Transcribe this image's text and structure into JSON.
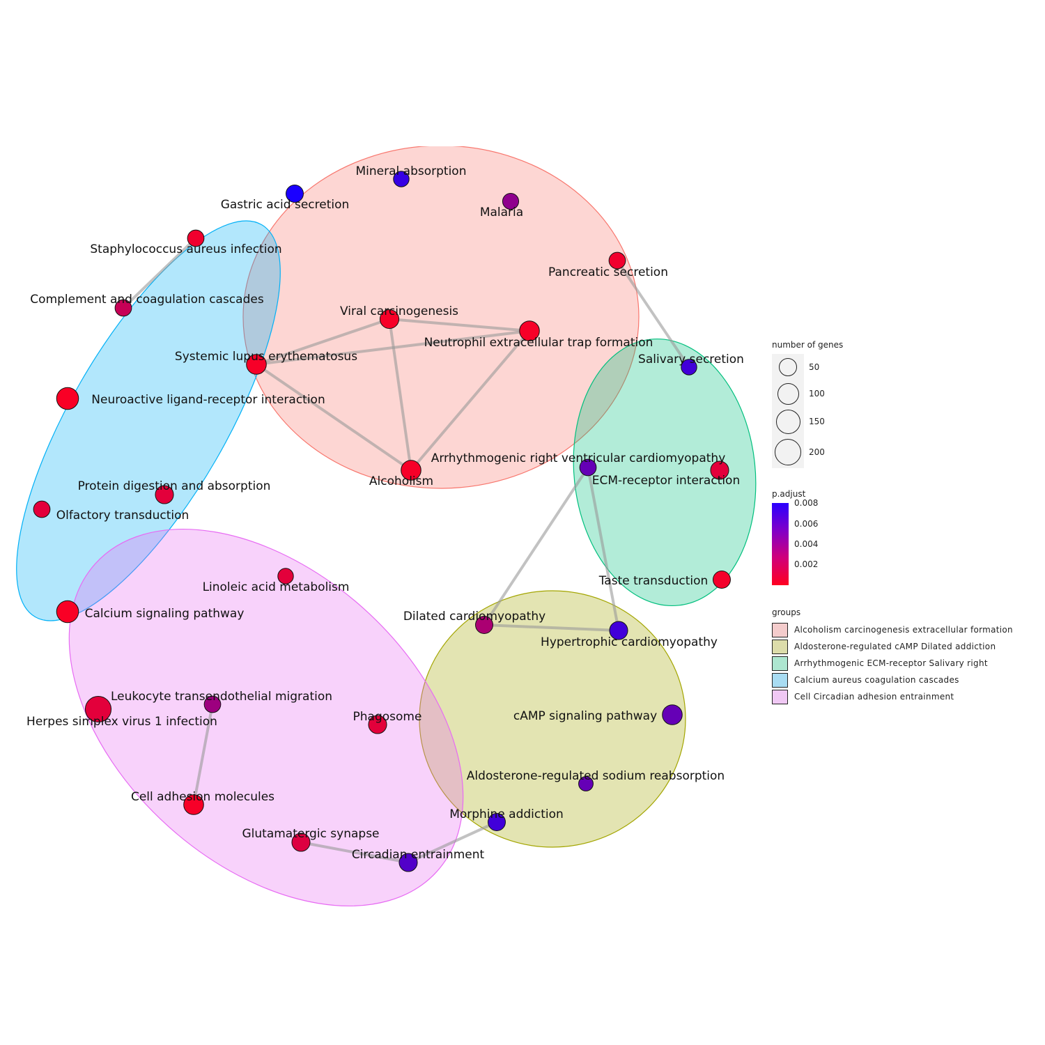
{
  "nodes": [
    {
      "label": "Mineral absorption",
      "genes": 40,
      "p_adjust": 0.0072
    },
    {
      "label": "Gastric acid secretion",
      "genes": 60,
      "p_adjust": 0.0082
    },
    {
      "label": "Malaria",
      "genes": 45,
      "p_adjust": 0.004
    },
    {
      "label": "Staphylococcus aureus infection",
      "genes": 50,
      "p_adjust": 0.0005
    },
    {
      "label": "Pancreatic secretion",
      "genes": 50,
      "p_adjust": 0.0005
    },
    {
      "label": "Complement and coagulation cascades",
      "genes": 50,
      "p_adjust": 0.002
    },
    {
      "label": "Viral carcinogenesis",
      "genes": 80,
      "p_adjust": 0.0003
    },
    {
      "label": "Neutrophil extracellular trap formation",
      "genes": 95,
      "p_adjust": 0.0003
    },
    {
      "label": "Systemic lupus erythematosus",
      "genes": 95,
      "p_adjust": 0.0003
    },
    {
      "label": "Salivary secretion",
      "genes": 40,
      "p_adjust": 0.0068
    },
    {
      "label": "Neuroactive ligand-receptor interaction",
      "genes": 130,
      "p_adjust": 0.0002
    },
    {
      "label": "Arrhythmogenic right ventricular cardiomyopathy",
      "genes": 50,
      "p_adjust": 0.0055
    },
    {
      "label": "ECM-receptor interaction",
      "genes": 70,
      "p_adjust": 0.001
    },
    {
      "label": "Alcoholism",
      "genes": 95,
      "p_adjust": 0.0003
    },
    {
      "label": "Protein digestion and absorption",
      "genes": 70,
      "p_adjust": 0.001
    },
    {
      "label": "Olfactory transduction",
      "genes": 50,
      "p_adjust": 0.001
    },
    {
      "label": "Linoleic acid metabolism",
      "genes": 40,
      "p_adjust": 0.001
    },
    {
      "label": "Taste transduction",
      "genes": 60,
      "p_adjust": 0.0004
    },
    {
      "label": "Calcium signaling pathway",
      "genes": 130,
      "p_adjust": 0.0002
    },
    {
      "label": "Dilated cardiomyopathy",
      "genes": 60,
      "p_adjust": 0.003
    },
    {
      "label": "Hypertrophic cardiomyopathy",
      "genes": 70,
      "p_adjust": 0.0068
    },
    {
      "label": "Herpes simplex virus 1 infection",
      "genes": 210,
      "p_adjust": 0.001
    },
    {
      "label": "Leukocyte transendothelial migration",
      "genes": 50,
      "p_adjust": 0.0035
    },
    {
      "label": "Phagosome",
      "genes": 70,
      "p_adjust": 0.001
    },
    {
      "label": "cAMP signaling pathway",
      "genes": 95,
      "p_adjust": 0.0055
    },
    {
      "label": "Aldosterone-regulated sodium reabsorption",
      "genes": 30,
      "p_adjust": 0.0055
    },
    {
      "label": "Morphine addiction",
      "genes": 60,
      "p_adjust": 0.0068
    },
    {
      "label": "Cell adhesion molecules",
      "genes": 95,
      "p_adjust": 0.0003
    },
    {
      "label": "Glutamatergic synapse",
      "genes": 70,
      "p_adjust": 0.0012
    },
    {
      "label": "Circadian entrainment",
      "genes": 70,
      "p_adjust": 0.0062
    }
  ],
  "edges": [
    [
      3,
      5
    ],
    [
      4,
      9
    ],
    [
      6,
      7
    ],
    [
      6,
      8
    ],
    [
      6,
      13
    ],
    [
      8,
      7
    ],
    [
      8,
      13
    ],
    [
      7,
      13
    ],
    [
      11,
      19
    ],
    [
      11,
      20
    ],
    [
      19,
      20
    ],
    [
      22,
      27
    ],
    [
      28,
      29
    ],
    [
      29,
      26
    ]
  ],
  "legend": {
    "size_title": "number of genes",
    "sizes": [
      "50",
      "100",
      "150",
      "200"
    ],
    "color_title": "p.adjust",
    "color_ticks": [
      "0.008",
      "0.006",
      "0.004",
      "0.002"
    ],
    "groups_title": "groups",
    "groups": [
      {
        "label": "Alcoholism carcinogenesis extracellular formation",
        "color": "#f8766d"
      },
      {
        "label": "Aldosterone-regulated cAMP Dilated addiction",
        "color": "#a3a500"
      },
      {
        "label": "Arrhythmogenic ECM-receptor Salivary right",
        "color": "#00bf7d"
      },
      {
        "label": "Calcium aureus coagulation cascades",
        "color": "#00b0f6"
      },
      {
        "label": "Cell Circadian adhesion entrainment",
        "color": "#e76bf3"
      }
    ]
  }
}
